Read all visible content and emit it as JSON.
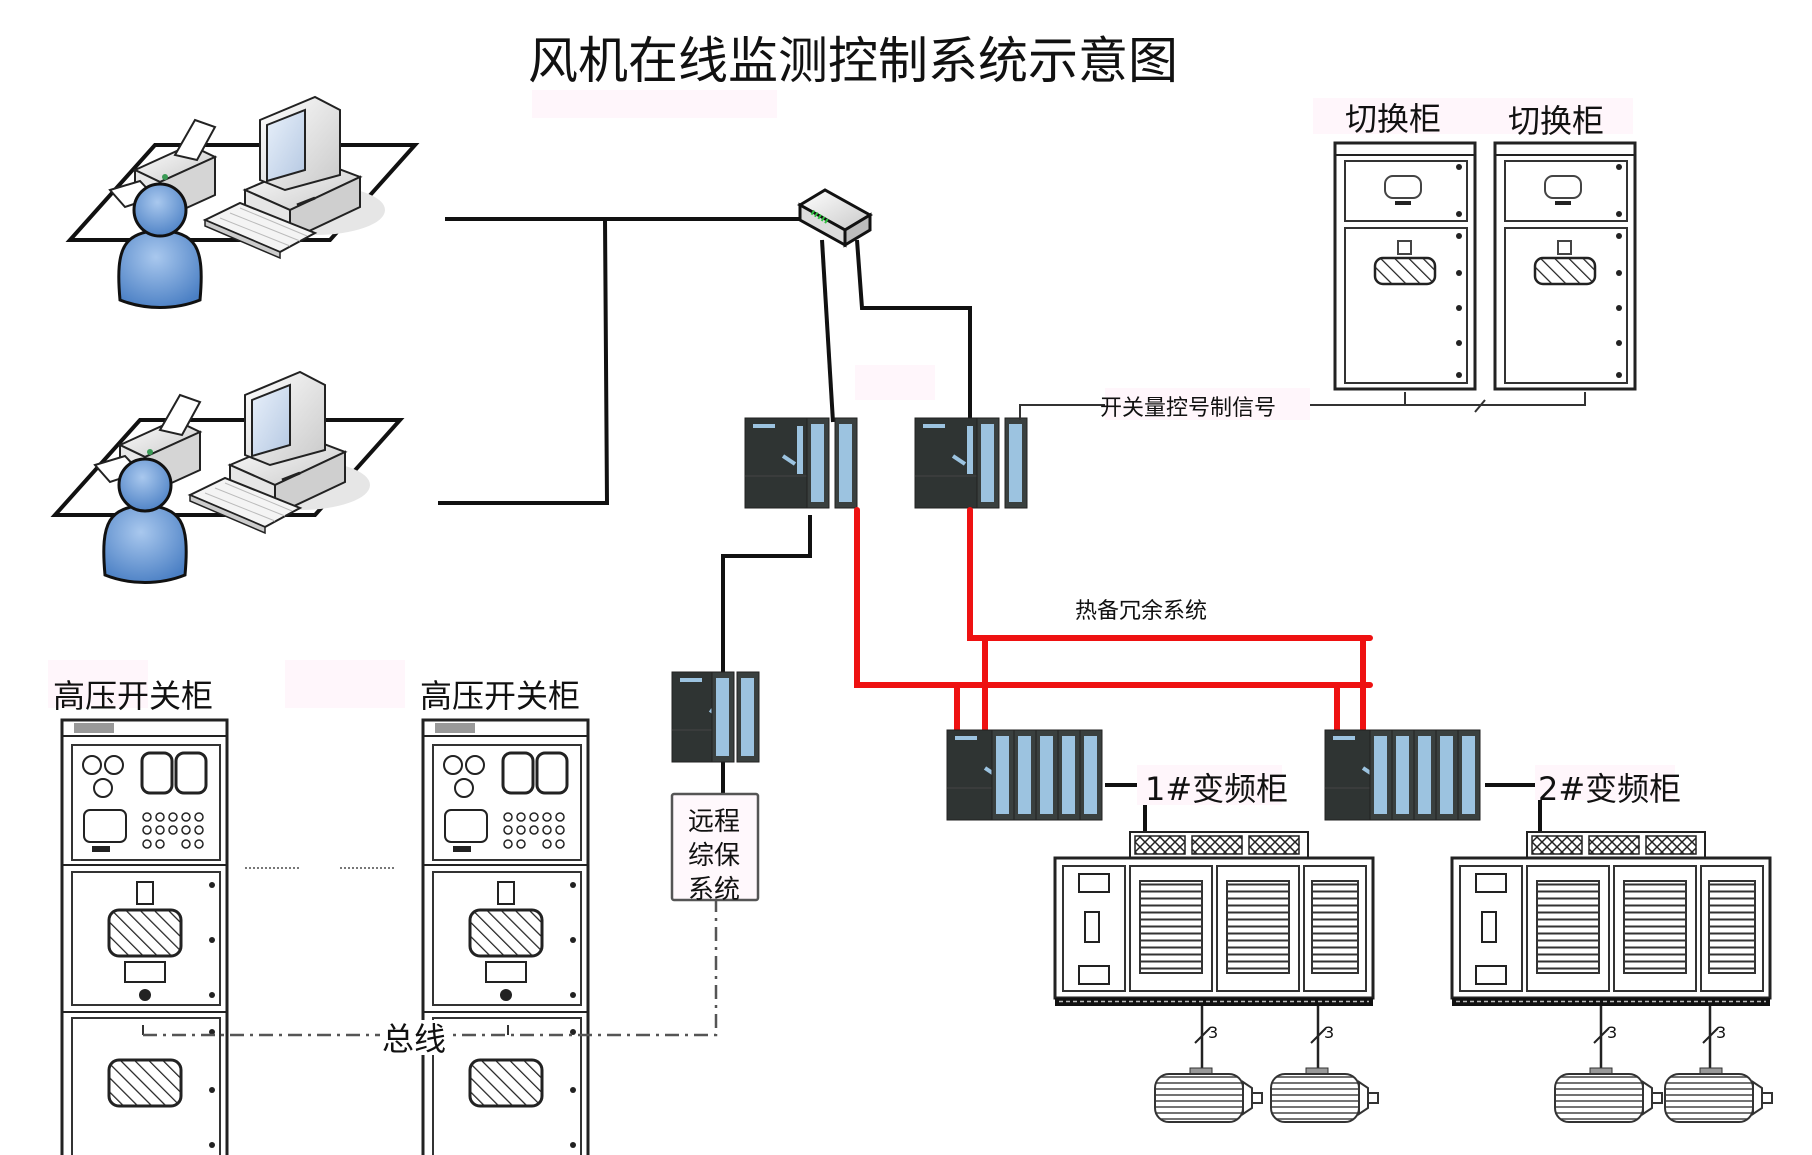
{
  "title": "风机在线监测控制系统示意图",
  "workstations": [
    {
      "name": "operator-workstation-1",
      "icons": [
        "printer-icon",
        "computer-icon",
        "keyboard-icon",
        "user-icon"
      ]
    },
    {
      "name": "operator-workstation-2",
      "icons": [
        "printer-icon",
        "computer-icon",
        "keyboard-icon",
        "user-icon"
      ]
    }
  ],
  "network": {
    "switch_icon": "network-switch-icon"
  },
  "plc": {
    "main_plc_count": 2,
    "remote_plc_count": 2,
    "io_plc_count": 1
  },
  "labels": {
    "switch_cabinet_1": "切换柜",
    "switch_cabinet_2": "切换柜",
    "switch_signal": "开关量控号制信号",
    "hot_standby": "热备冗余系统",
    "hv_cabinet_1": "高压开关柜",
    "hv_cabinet_2": "高压开关柜",
    "remote_protection_line1": "远程",
    "remote_protection_line2": "综保",
    "remote_protection_line3": "系统",
    "bus": "总线",
    "vfd_1": "1#变频柜",
    "vfd_2": "2#变频柜",
    "phase_count": "3"
  },
  "colors": {
    "redundant_link": "#ee1111",
    "plc_body": "#2f3433",
    "plc_io": "#9cc3e0",
    "user_blue": "#5b8fcf"
  }
}
